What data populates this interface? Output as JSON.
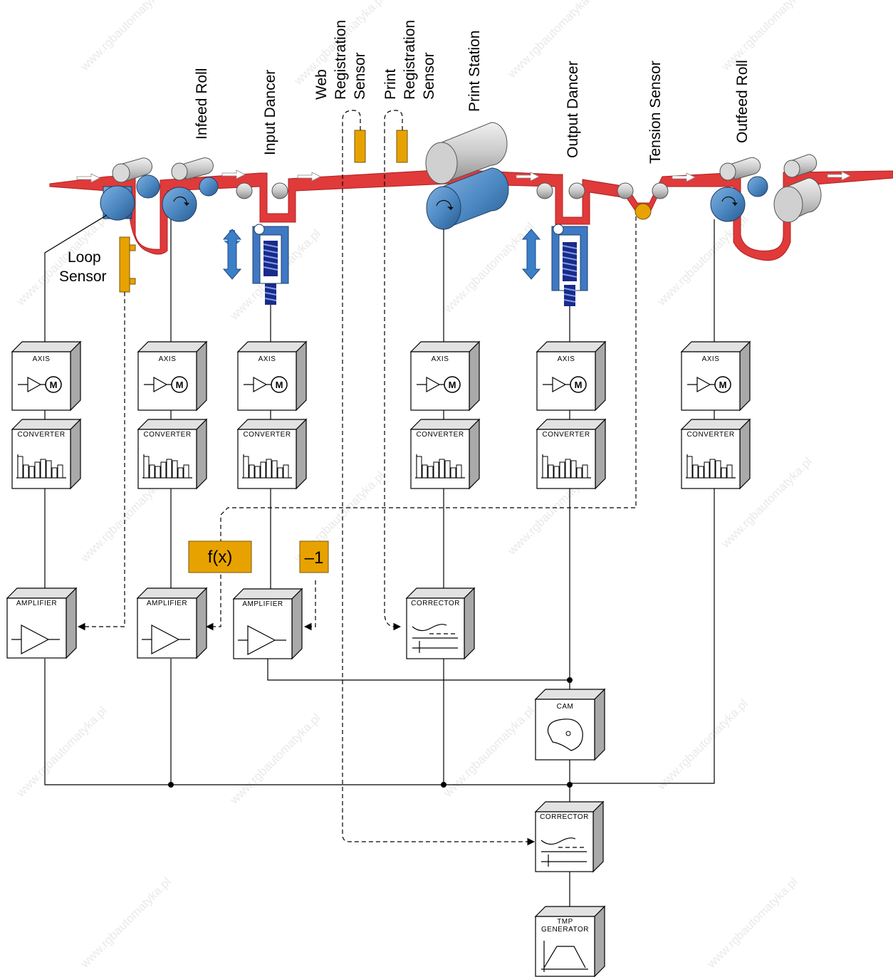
{
  "labels": {
    "infeed_roll": "Infeed Roll",
    "input_dancer": "Input Dancer",
    "web_reg_1": "Web",
    "web_reg_2": "Registration",
    "web_reg_3": "Sensor",
    "print_reg_1": "Print",
    "print_reg_2": "Registration",
    "print_reg_3": "Sensor",
    "print_station": "Print Station",
    "output_dancer": "Output Dancer",
    "tension_sensor": "Tension Sensor",
    "outfeed_roll": "Outfeed Roll",
    "loop_sensor_1": "Loop",
    "loop_sensor_2": "Sensor"
  },
  "blocks": {
    "axis": "AXIS",
    "motor": "M",
    "converter": "CONVERTER",
    "amplifier": "AMPLIFIER",
    "corrector": "CORRECTOR",
    "cam": "CAM",
    "tmp_gen_1": "TMP",
    "tmp_gen_2": "GENERATOR",
    "fx": "f(x)",
    "neg1": "–1"
  },
  "watermark": "www.rgbautomatyka.pl",
  "colors": {
    "web": "#e03a3a",
    "roll_blue": "#4a86c0",
    "roll_gray": "#c4c4c4",
    "sensor_orange": "#e8a200",
    "dancer_blue": "#3f78c4",
    "spring_navy": "#1a2a8c",
    "arrow_blue": "#3c7fc9"
  }
}
